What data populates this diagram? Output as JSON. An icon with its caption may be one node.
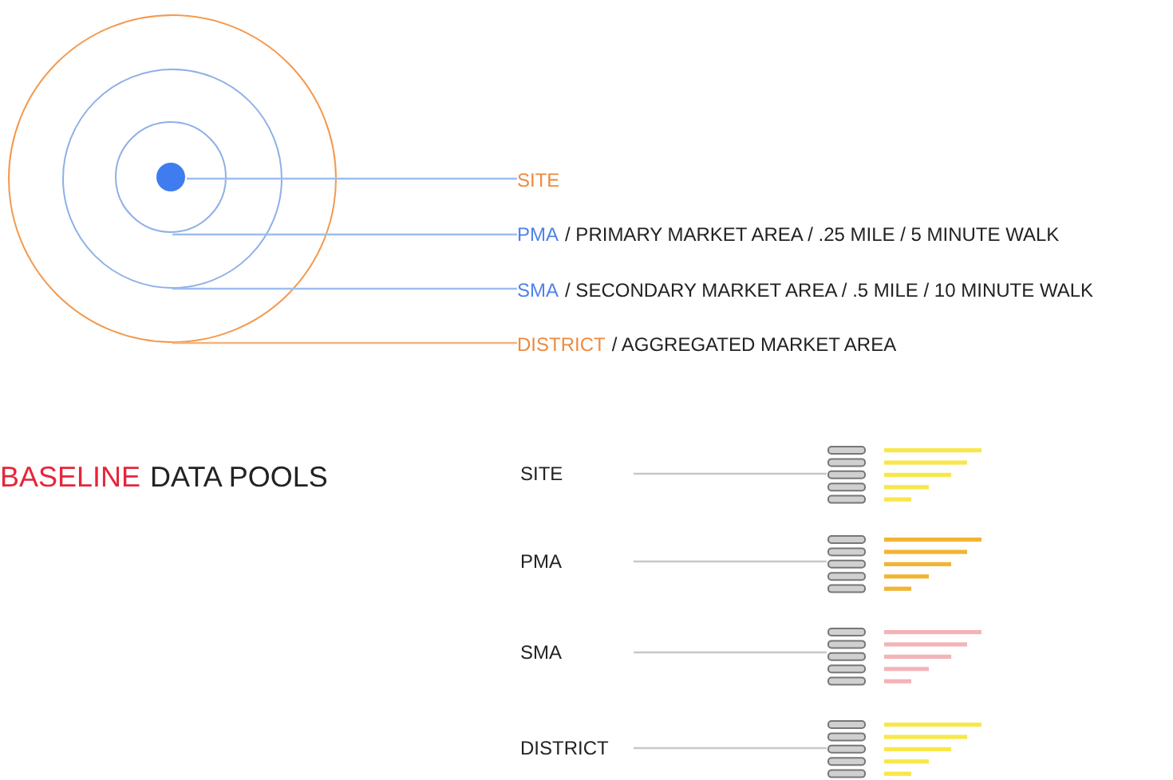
{
  "diagram": {
    "nodes": [
      {
        "text": [],
        "shape": "circle"
      },
      {
        "text": [],
        "shape": "circle",
        "in": 0
      },
      {
        "text": [],
        "shape": "circle",
        "in": 1
      },
      {
        "text": [],
        "shape": "circle",
        "in": 2
      },
      {
        "text": [
          "SITE"
        ]
      },
      {
        "text": [
          "PMA",
          "/ PRIMARY MARKET AREA / .25 MILE / 5 MINUTE WALK"
        ]
      },
      {
        "text": [
          "SMA",
          "/ SECONDARY MARKET AREA / .5 MILE / 10 MINUTE WALK"
        ]
      },
      {
        "text": [
          "DISTRICT",
          "/ AGGREGATED MARKET AREA"
        ]
      },
      {
        "text": [
          "SITE"
        ]
      },
      {
        "text": [],
        "shape": "picture"
      },
      {
        "text": [
          "PMA"
        ]
      },
      {
        "text": [],
        "shape": "picture"
      },
      {
        "text": [
          "SMA"
        ]
      },
      {
        "text": [],
        "shape": "picture"
      },
      {
        "text": [
          "DISTRICT"
        ]
      },
      {
        "text": [],
        "shape": "picture"
      }
    ],
    "edges": [
      {
        "from": 4,
        "to": 3,
        "arrow": "none",
        "color": "#9dbdf0"
      },
      {
        "from": 5,
        "to": 2,
        "arrow": "none",
        "color": "#9dbdf0"
      },
      {
        "from": 6,
        "to": 1,
        "arrow": "none",
        "color": "#9dbdf0"
      },
      {
        "from": 7,
        "to": 0,
        "arrow": "none",
        "color": "#f5b27a"
      },
      {
        "from": 8,
        "to": 9,
        "arrow": "none"
      },
      {
        "from": 10,
        "to": 11,
        "arrow": "none"
      },
      {
        "from": 12,
        "to": 13,
        "arrow": "none"
      },
      {
        "from": 14,
        "to": 15,
        "arrow": "none"
      }
    ],
    "labels": [
      "BASELINE",
      "DATA POOLS"
    ]
  }
}
